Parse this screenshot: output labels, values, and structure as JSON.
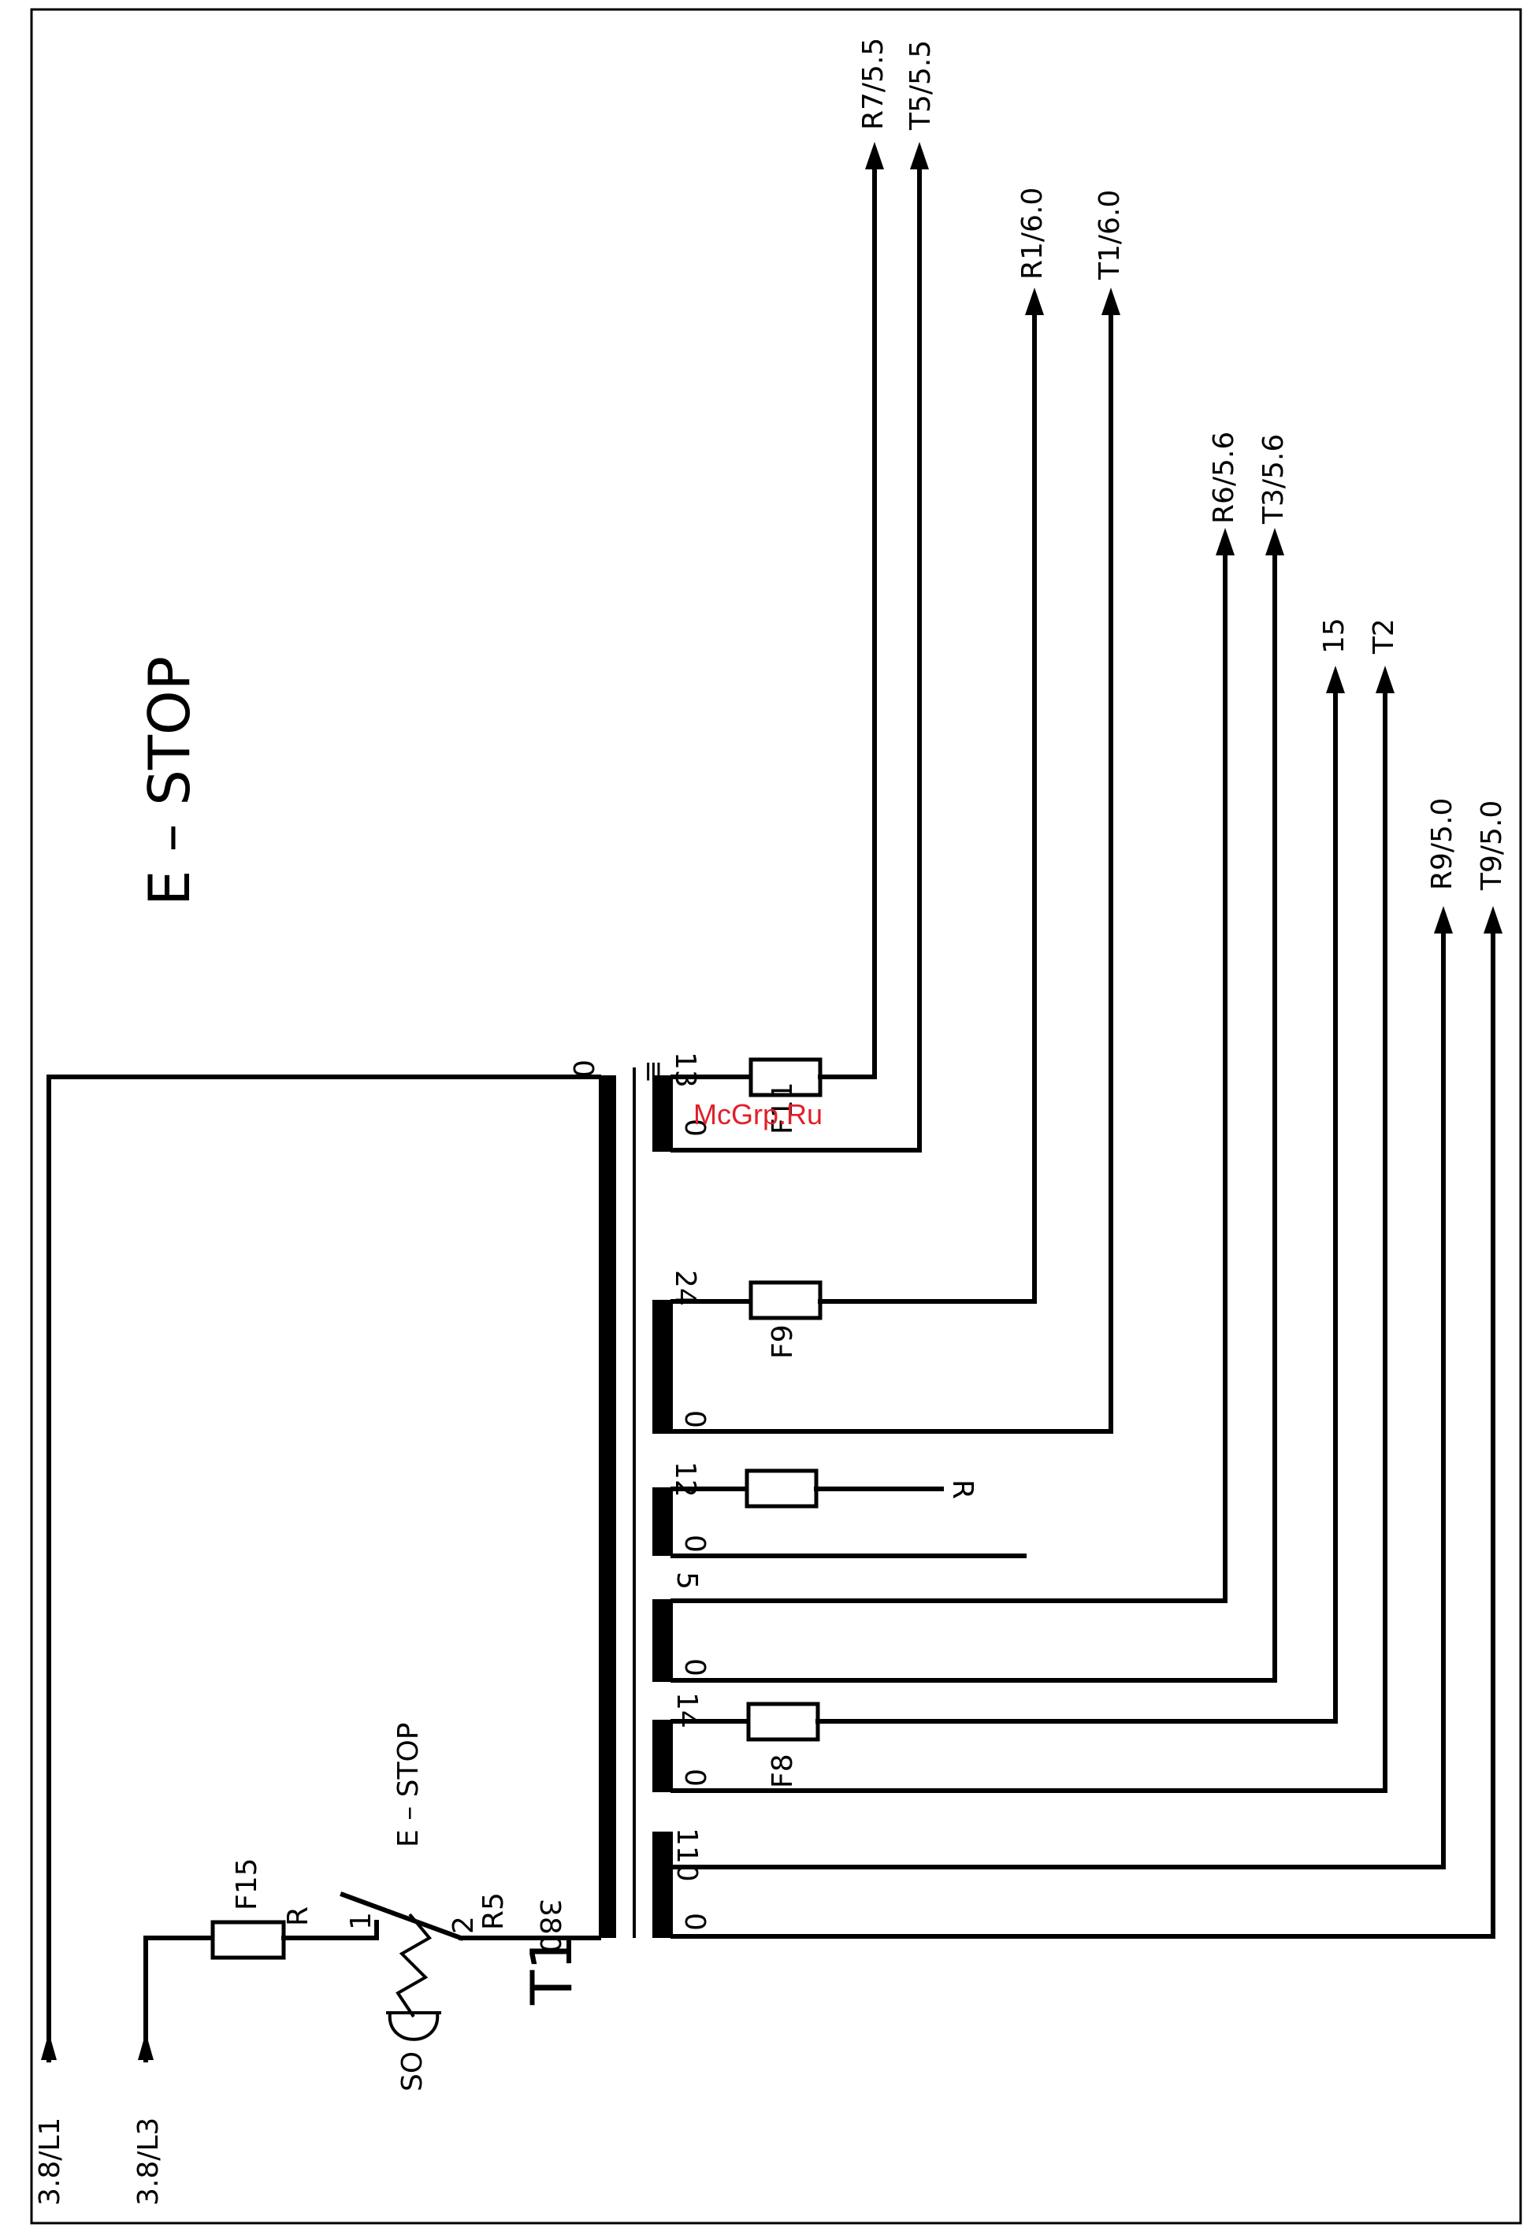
{
  "title": "E – STOP",
  "outputs": {
    "r7": "R7/5.5",
    "t5": "T5/5.5",
    "r1": "R1/6.0",
    "t1": "T1/6.0",
    "r6": "R6/5.6",
    "t3": "T3/5.6",
    "n15": "15",
    "t2": "T2",
    "r9": "R9/5.0",
    "t9": "T9/5.0"
  },
  "inputs": {
    "l1": "3.8/L1",
    "l3": "3.8/L3"
  },
  "transformer": {
    "name": "T1",
    "primary_zero": "0",
    "primary_voltage": "380",
    "ground_symbol": "≡"
  },
  "windings": {
    "w13": "13",
    "w13_zero": "0",
    "w24": "24",
    "w24_zero": "0",
    "w12": "12",
    "w12_zero": "0",
    "w12_r": "R",
    "w5": "5",
    "w5_zero": "0",
    "w14": "14",
    "w14_zero": "0",
    "w110": "110",
    "w110_zero": "0"
  },
  "fuses": {
    "f11": "F11",
    "f9": "F9",
    "f8": "F8",
    "f15": "F15",
    "f15_r": "R"
  },
  "switch": {
    "label": "E – STOP",
    "pin1": "1",
    "pin2": "2",
    "r5": "R5",
    "so": "SO"
  },
  "watermark": "McGrp.Ru"
}
